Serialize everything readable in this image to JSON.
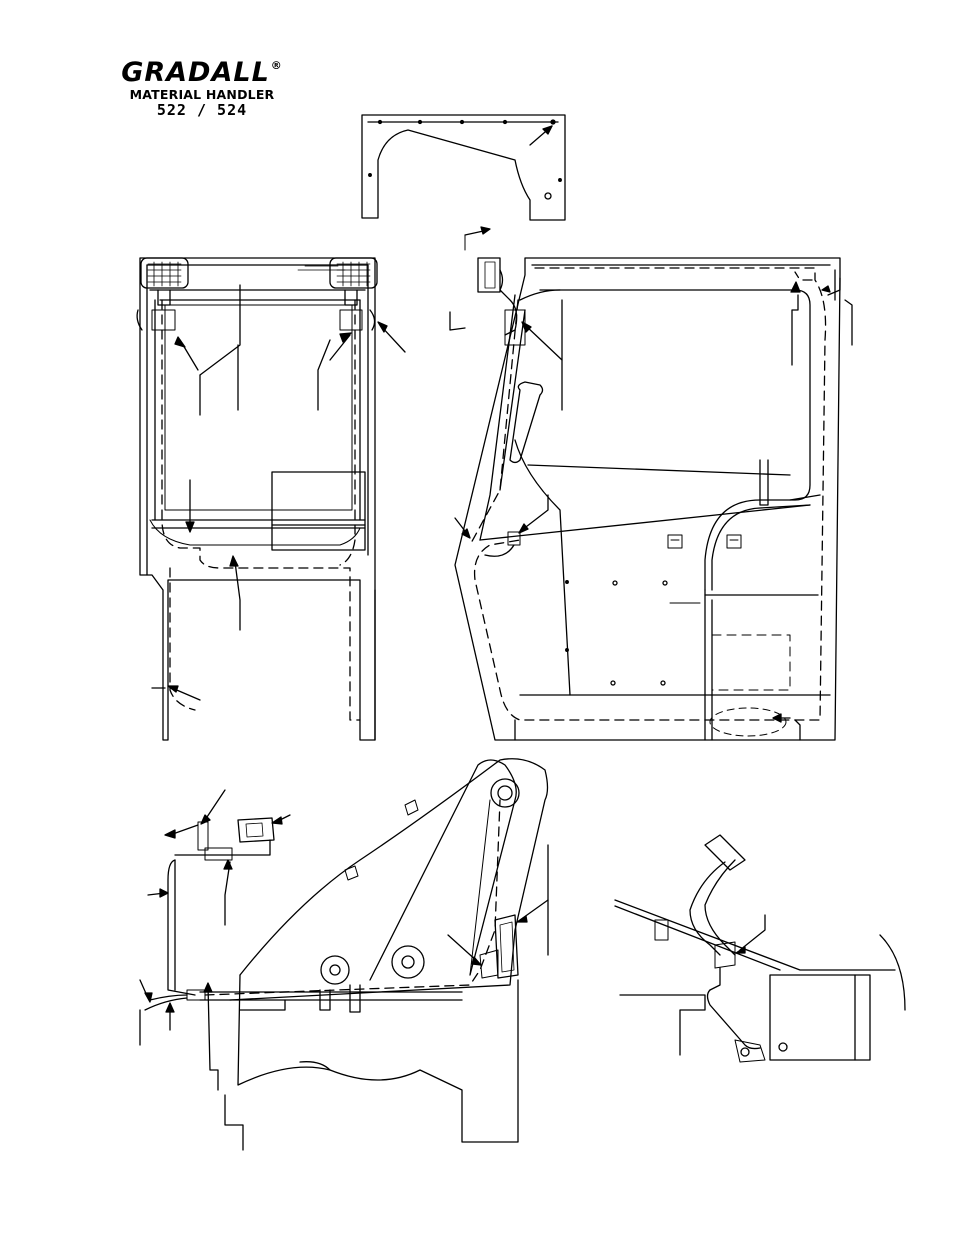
{
  "header": {
    "brand": "GRADALL",
    "registered_mark": "®",
    "product": "MATERIAL HANDLER",
    "models": "522 / 524"
  }
}
